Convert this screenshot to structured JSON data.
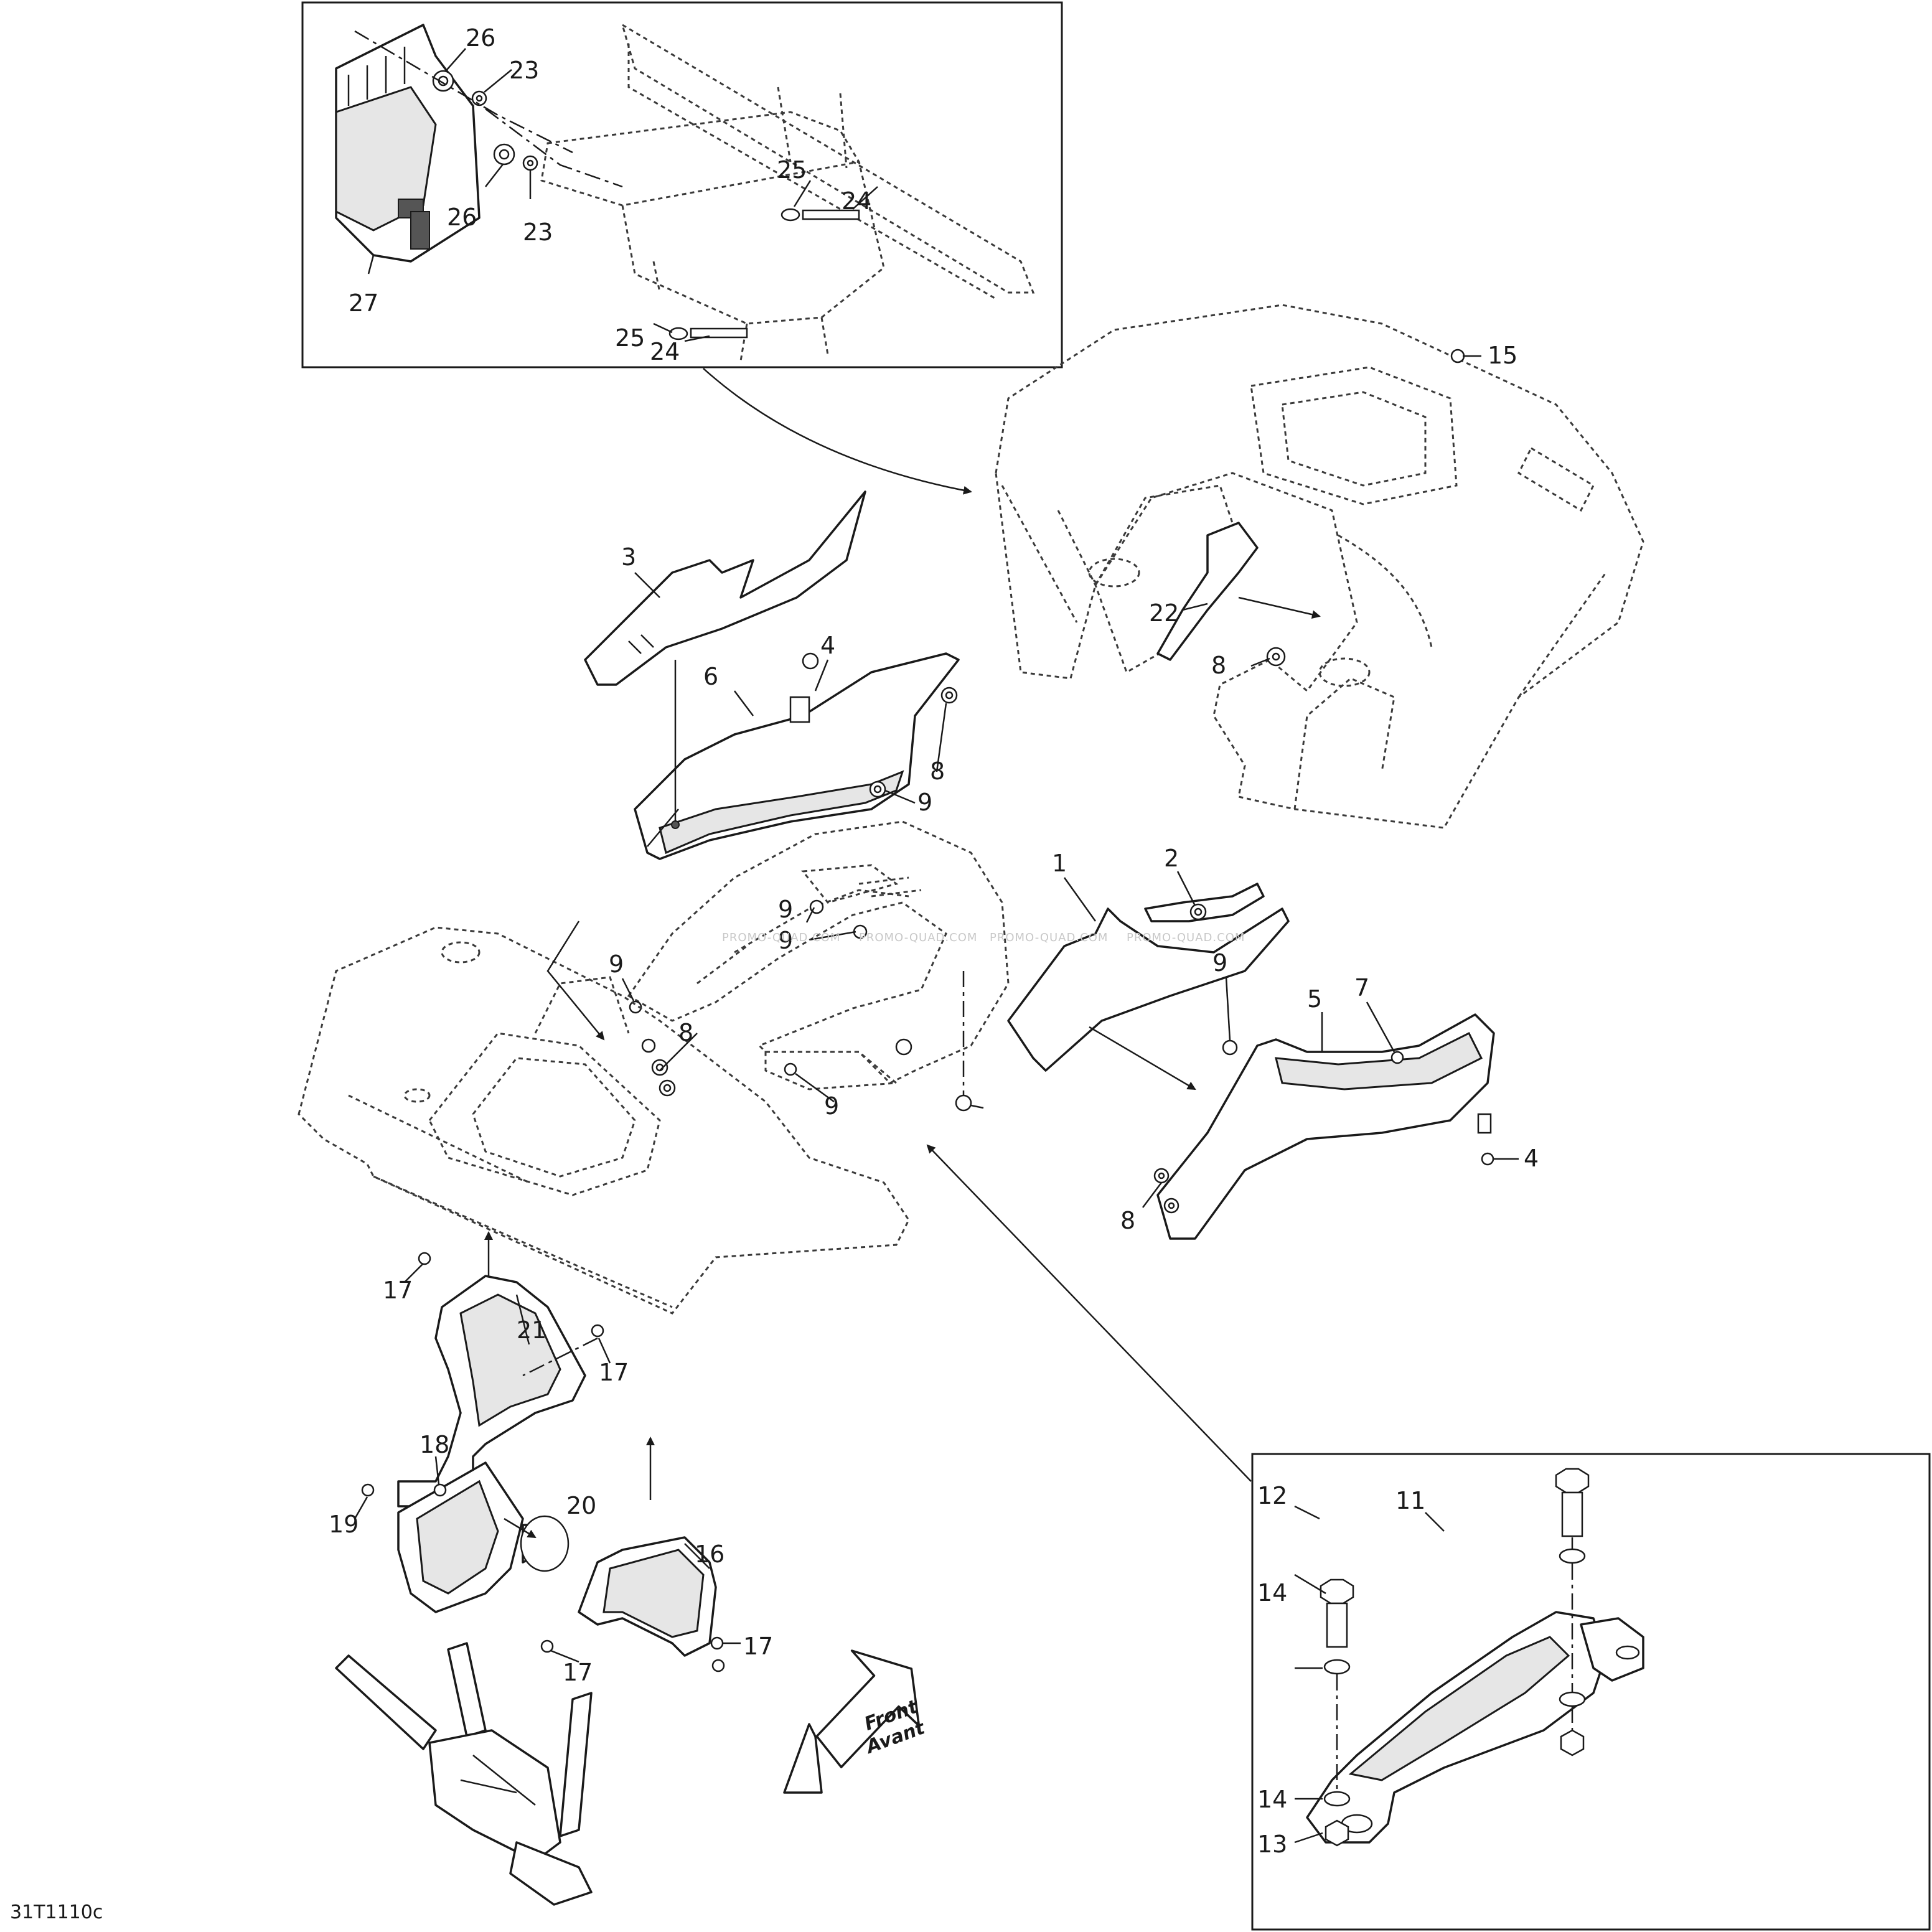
{
  "diagram": {
    "reference_code": "31T1110c",
    "watermarks": [
      "PROMO-QUAD.COM",
      "PROMO-QUAD.COM",
      "PROMO-QUAD.COM",
      "PROMO-QUAD.COM"
    ],
    "front_label": [
      "Front",
      "Avant"
    ],
    "callouts": [
      "26",
      "23",
      "25",
      "24",
      "26",
      "23",
      "27",
      "25",
      "24",
      "15",
      "3",
      "22",
      "4",
      "6",
      "8",
      "8",
      "9",
      "1",
      "2",
      "9",
      "9",
      "9",
      "8",
      "9",
      "9",
      "5",
      "7",
      "8",
      "4",
      "21",
      "17",
      "17",
      "18",
      "19",
      "20",
      "16",
      "17",
      "17",
      "12",
      "11",
      "14",
      "14",
      "13"
    ]
  }
}
